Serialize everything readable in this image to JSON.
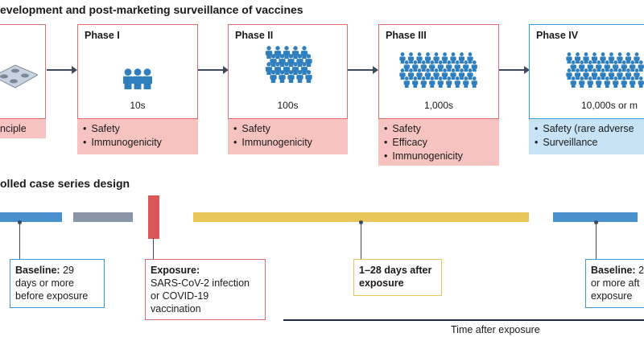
{
  "top_title": "evelopment and post-marketing surveillance of vaccines",
  "preclinical": {
    "label": "nciple"
  },
  "phases": [
    {
      "title": "Phase I",
      "count": "10s",
      "items": [
        "Safety",
        "Immunogenicity"
      ],
      "theme": "red"
    },
    {
      "title": "Phase II",
      "count": "100s",
      "items": [
        "Safety",
        "Immunogenicity"
      ],
      "theme": "red"
    },
    {
      "title": "Phase III",
      "count": "1,000s",
      "items": [
        "Safety",
        "Efficacy",
        "Immunogenicity"
      ],
      "theme": "red"
    },
    {
      "title": "Phase IV",
      "count": "10,000s or m",
      "items": [
        "Safety (rare adverse",
        "Surveillance"
      ],
      "theme": "blue"
    }
  ],
  "bottom_title": "olled case series design",
  "callouts": {
    "baseline_left": {
      "bold": "Baseline:",
      "rest": " 29",
      "line2": "days or more",
      "line3": "before exposure"
    },
    "exposure": {
      "bold": "Exposure:",
      "line2": "SARS-CoV-2 infection",
      "line3": "or COVID-19",
      "line4": "vaccination"
    },
    "window": {
      "bold1": "1–28 days after",
      "bold2": "exposure"
    },
    "baseline_right": {
      "bold": "Baseline:",
      "rest": " 2",
      "line2": "or more aft",
      "line3": "exposure"
    }
  },
  "time_axis_label": "Time after exposure",
  "colors": {
    "red_border": "#de6c6c",
    "red_fill": "#f6c3c1",
    "blue_border": "#3a9ad9",
    "blue_fill": "#c8e3f5",
    "person": "#2f7fbf",
    "baseline_bar": "#4a90cf",
    "grey_bar": "#8a96a8",
    "exposure_bar": "#d95757",
    "window_bar": "#e8c65a"
  }
}
